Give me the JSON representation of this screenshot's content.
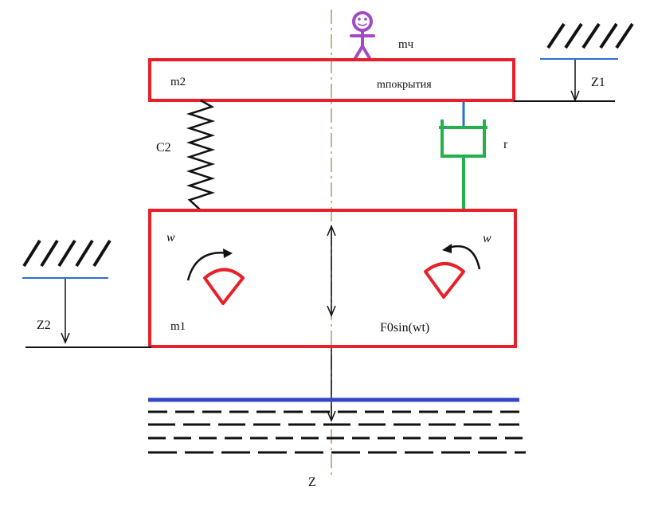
{
  "labels": {
    "m_person": "mч",
    "m2": "m2",
    "m_cover": "mпокрытия",
    "z1": "Z1",
    "c2": "C2",
    "r": "r",
    "w_left": "w",
    "w_right": "w",
    "z2": "Z2",
    "m1": "m1",
    "force": "F0sin(wt)",
    "z_axis": "Z"
  },
  "colors": {
    "mass_outline": "#e8202a",
    "damper": "#22b14c",
    "rod": "#2a6fd6",
    "water": "#3446c8",
    "person": "#a24ac6",
    "axis": "#c8b28a",
    "line": "#111111"
  },
  "icons": {
    "person": "stick-figure-icon",
    "spring": "zigzag-spring-icon",
    "damper": "dashpot-icon",
    "unbalance_left": "sector-rotor-icon",
    "unbalance_right": "sector-rotor-icon"
  }
}
